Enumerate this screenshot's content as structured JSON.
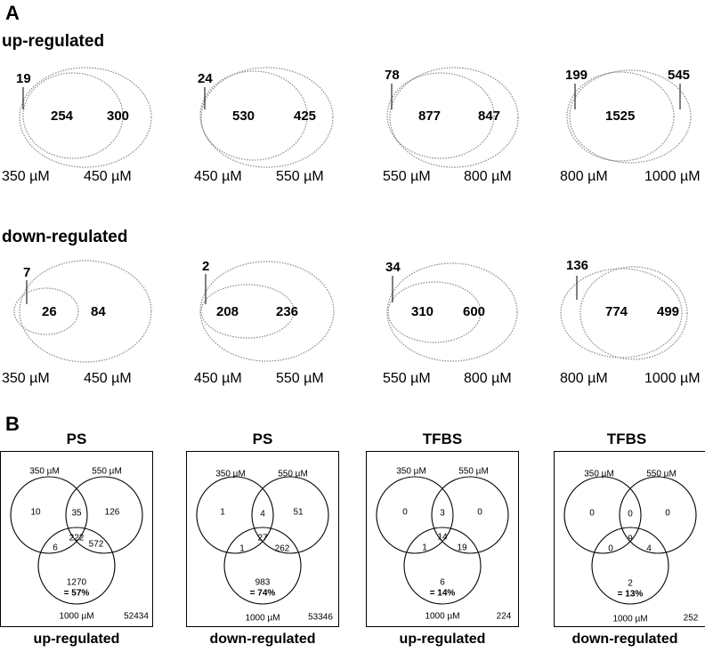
{
  "panel_a": {
    "letter": "A",
    "up_title": "up-regulated",
    "down_title": "down-regulated",
    "up": [
      {
        "outer_only": "19",
        "overlap": "254",
        "right_only": "300",
        "dose_left": "350 µM",
        "dose_right": "450 µM"
      },
      {
        "outer_only": "24",
        "overlap": "530",
        "right_only": "425",
        "dose_left": "450 µM",
        "dose_right": "550 µM"
      },
      {
        "outer_only": "78",
        "overlap": "877",
        "right_only": "847",
        "dose_left": "550 µM",
        "dose_right": "800 µM"
      },
      {
        "outer_only": "199",
        "overlap": "1525",
        "right_only": "545",
        "dose_left": "800 µM",
        "dose_right": "1000 µM"
      }
    ],
    "down": [
      {
        "outer_only": "7",
        "overlap": "26",
        "right_only": "84",
        "dose_left": "350 µM",
        "dose_right": "450 µM"
      },
      {
        "outer_only": "2",
        "overlap": "208",
        "right_only": "236",
        "dose_left": "450 µM",
        "dose_right": "550 µM"
      },
      {
        "outer_only": "34",
        "overlap": "310",
        "right_only": "600",
        "dose_left": "550 µM",
        "dose_right": "800 µM"
      },
      {
        "outer_only": "136",
        "overlap": "774",
        "right_only": "499",
        "dose_left": "800 µM",
        "dose_right": "1000 µM"
      }
    ]
  },
  "panel_b": {
    "letter": "B",
    "boxes": [
      {
        "title": "PS",
        "footer": "up-regulated",
        "label_a": "350 µM",
        "label_b": "550 µM",
        "label_c": "1000 µM",
        "a_only": "10",
        "ab": "35",
        "b_only": "126",
        "ac": "6",
        "abc": "222",
        "bc": "572",
        "c_only": "1270",
        "pct": "= 57%",
        "total": "52434"
      },
      {
        "title": "PS",
        "footer": "down-regulated",
        "label_a": "350 µM",
        "label_b": "550 µM",
        "label_c": "1000 µM",
        "a_only": "1",
        "ab": "4",
        "b_only": "51",
        "ac": "1",
        "abc": "27",
        "bc": "262",
        "c_only": "983",
        "pct": "= 74%",
        "total": "53346"
      },
      {
        "title": "TFBS",
        "footer": "up-regulated",
        "label_a": "350 µM",
        "label_b": "550 µM",
        "label_c": "1000 µM",
        "a_only": "0",
        "ab": "3",
        "b_only": "0",
        "ac": "1",
        "abc": "14",
        "bc": "19",
        "c_only": "6",
        "pct": "= 14%",
        "total": "224"
      },
      {
        "title": "TFBS",
        "footer": "down-regulated",
        "label_a": "350 µM",
        "label_b": "550 µM",
        "label_c": "1000 µM",
        "a_only": "0",
        "ab": "0",
        "b_only": "0",
        "ac": "0",
        "abc": "9",
        "bc": "4",
        "c_only": "2",
        "pct": "= 13%",
        "total": "252"
      }
    ]
  }
}
